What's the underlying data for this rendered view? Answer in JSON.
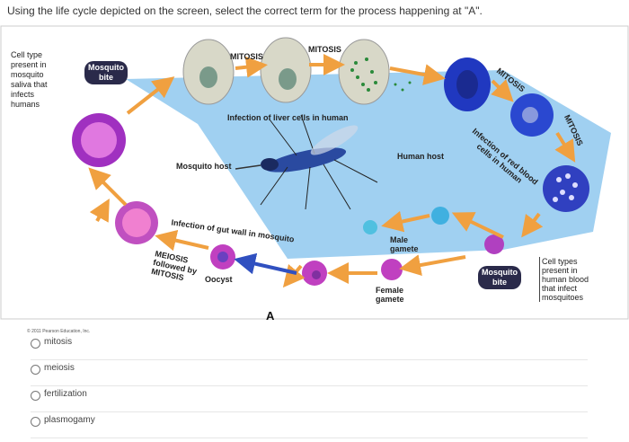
{
  "question": "Using the life cycle depicted on the screen, select the correct term for the process happening at \"A\".",
  "figure": {
    "cell_type_left": [
      "Cell type",
      "present in",
      "mosquito",
      "saliva that",
      "infects",
      "humans"
    ],
    "mosquito_bite_top": [
      "Mosquito",
      "bite"
    ],
    "mitosis_1": "MITOSIS",
    "mitosis_2": "MITOSIS",
    "mitosis_3": "MITOSIS",
    "mitosis_4": "MITOSIS",
    "infection_liver": "Infection of liver cells in human",
    "human_host": "Human host",
    "infection_rbc": "Infection of red blood cells in human",
    "mosquito_host": "Mosquito host",
    "infection_gut": "Infection of gut wall in mosquito",
    "meiosis": [
      "MEIOSIS",
      "followed by",
      "MITOSIS"
    ],
    "oocyst": "Oocyst",
    "label_A": "A",
    "male_gamete": [
      "Male",
      "gamete"
    ],
    "female_gamete": [
      "Female",
      "gamete"
    ],
    "mosquito_bite_bottom": [
      "Mosquito",
      "bite"
    ],
    "cell_types_right": [
      "Cell types",
      "present in",
      "human blood",
      "that infect",
      "mosquitoes"
    ],
    "copyright": "© 2011 Pearson Education, Inc."
  },
  "options": [
    "mitosis",
    "meiosis",
    "fertilization",
    "plasmogamy"
  ]
}
